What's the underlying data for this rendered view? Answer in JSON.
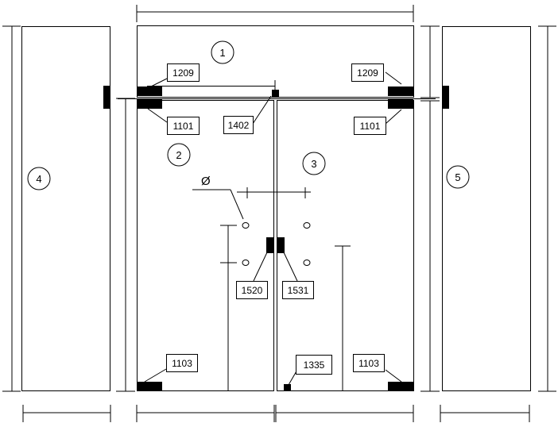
{
  "diagram": {
    "circles": {
      "c1": "1",
      "c2": "2",
      "c3": "3",
      "c4": "4",
      "c5": "5"
    },
    "labels": {
      "top_left": "1209",
      "top_right": "1209",
      "mid_left": "1101",
      "mid_right": "1101",
      "top_center": "1402",
      "hinge_left": "1520",
      "hinge_right": "1531",
      "bottom_left": "1103",
      "bottom_right": "1103",
      "bottom_center": "1335"
    },
    "symbol": "Ø"
  }
}
